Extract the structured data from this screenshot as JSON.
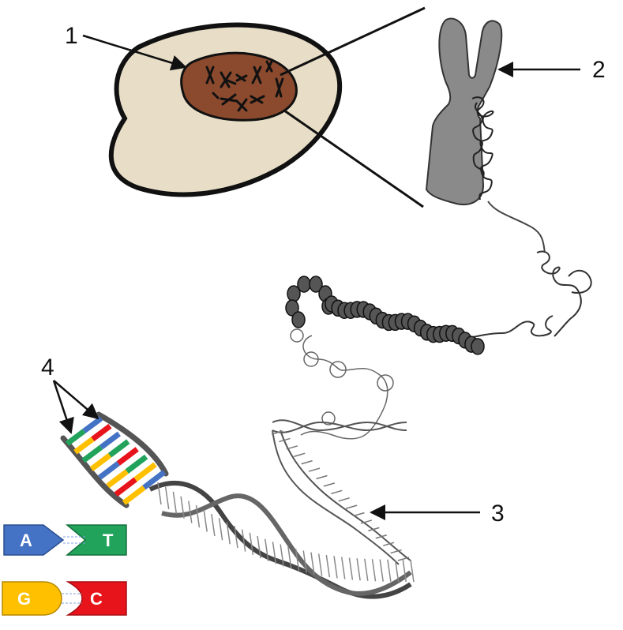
{
  "labels": {
    "one": "1",
    "two": "2",
    "three": "3",
    "four": "4"
  },
  "base_pairs": [
    {
      "left": "A",
      "right": "T",
      "left_color": "#4472C4",
      "right_color": "#22A35B",
      "left_shape": "arrow-tag",
      "right_shape": "notch-tag"
    },
    {
      "left": "G",
      "right": "C",
      "left_color": "#FFC000",
      "right_color": "#E8141B",
      "left_shape": "round-tag",
      "right_shape": "cup-tag"
    }
  ],
  "colors": {
    "cell_fill": "#E8DEC7",
    "nucleus_fill": "#8B4A2E",
    "chromosome_fill": "#8A8A8A",
    "rung_colors": [
      "#22A35B",
      "#FFC000",
      "#4472C4",
      "#E8141B"
    ]
  }
}
